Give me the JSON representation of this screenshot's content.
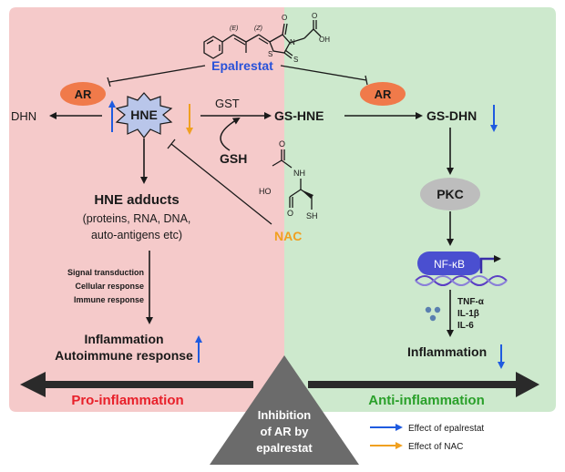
{
  "drug": {
    "name": "Epalrestat",
    "color": "#2952d9"
  },
  "structure_labels": {
    "e": "(E)",
    "z": "(Z)",
    "s1": "S",
    "s2": "S",
    "n": "N",
    "o1": "O",
    "o2": "O",
    "oh": "OH",
    "nh": "NH",
    "sh": "SH",
    "ho": "HO"
  },
  "left": {
    "ar": "AR",
    "dhn": "DHN",
    "hne": "HNE",
    "gst": "GST",
    "gsh": "GSH",
    "hne_adducts": "HNE adducts",
    "adducts_detail_1": "(proteins, RNA, DNA,",
    "adducts_detail_2": "auto-antigens etc)",
    "responses": [
      "Signal transduction",
      "Cellular response",
      "Immune response"
    ],
    "inflammation": "Inflammation",
    "autoimmune": "Autoimmune response",
    "nac": "NAC"
  },
  "right": {
    "ar": "AR",
    "gs_hne": "GS-HNE",
    "gs_dhn": "GS-DHN",
    "pkc": "PKC",
    "nfkb": "NF-κB",
    "cytokines": [
      "TNF-α",
      "IL-1β",
      "IL-6"
    ],
    "inflammation": "Inflammation"
  },
  "bottom": {
    "pro": "Pro-inflammation",
    "anti": "Anti-inflammation",
    "triangle": [
      "Inhibition",
      "of AR by",
      "epalrestat"
    ]
  },
  "legend": [
    {
      "label": "Effect of epalrestat",
      "color": "#1f5be0"
    },
    {
      "label": "Effect of NAC",
      "color": "#f0a020"
    }
  ],
  "colors": {
    "left_bg": "#f5caca",
    "right_bg": "#cde9cd",
    "ar_fill": "#f07a4a",
    "pro_text": "#e8202a",
    "anti_text": "#2aa02a",
    "nac": "#f0a020",
    "blue_arrow": "#1f5be0",
    "pkc_fill": "#bdbdbd",
    "nfkb_fill": "#4a4fd0"
  }
}
